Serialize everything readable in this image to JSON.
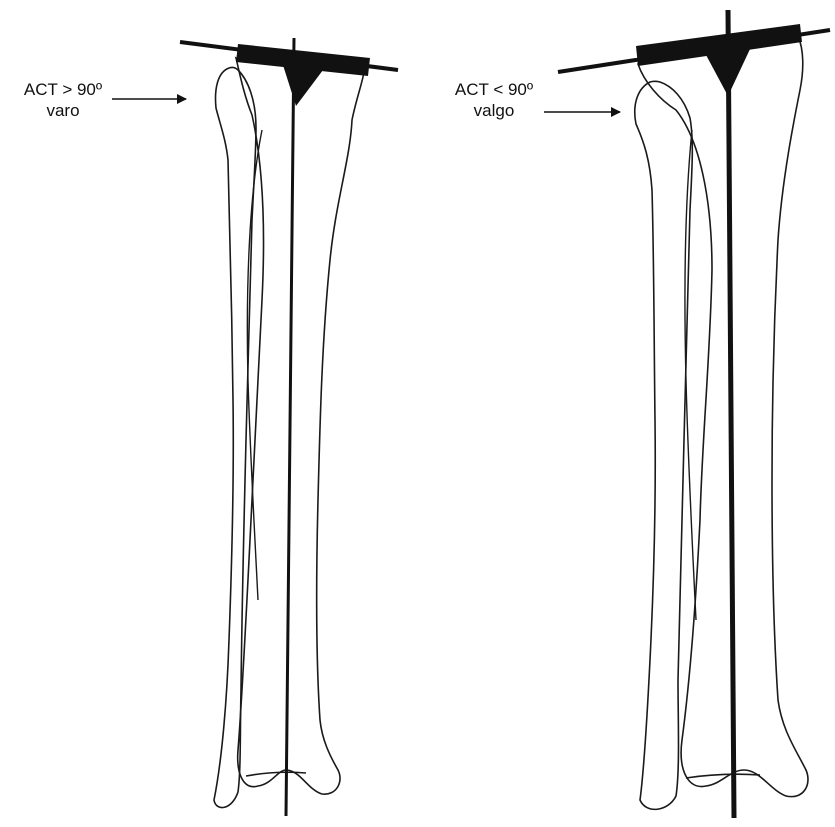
{
  "panels": [
    {
      "id": "varus",
      "angle_label": "ACT > 90º",
      "deformity_label": "varo"
    },
    {
      "id": "valgus",
      "angle_label": "ACT < 90º",
      "deformity_label": "valgo"
    }
  ],
  "colors": {
    "outline": "#1a1a1a",
    "axis": "#111111",
    "background": "#ffffff"
  }
}
